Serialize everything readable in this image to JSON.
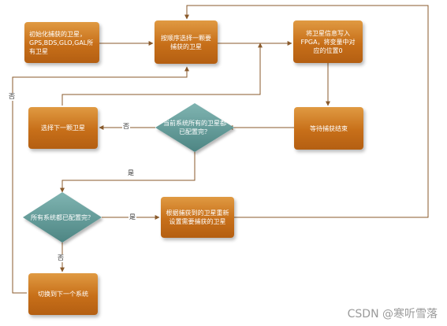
{
  "nodes": {
    "init": "初始化捕获的卫星，GPS,BDS,GLO,GAL所有卫星",
    "select_one": "按顺序选择一颗要捕获的卫星",
    "write_fpga": "将卫星信息写入FPGA，将变量中对应的位置0",
    "wait_capture": "等待捕获结束",
    "all_satellites_configured": "当前系统所有的卫星都已配置完？",
    "select_next": "选择下一颗卫星",
    "all_systems_configured": "所有系统都已配置完？",
    "reset_satellites": "根据捕获到的卫星重新设置需要捕获的卫星",
    "switch_system": "切换到下一个系统"
  },
  "edge_labels": {
    "no_1": "否",
    "yes_1": "是",
    "yes_2": "是",
    "no_2": "否",
    "no_3": "否"
  },
  "colors": {
    "box": "#c76f19",
    "diamond": "#5a9593",
    "arrow": "#8a5a2b"
  },
  "watermark": "CSDN @寒听雪落"
}
